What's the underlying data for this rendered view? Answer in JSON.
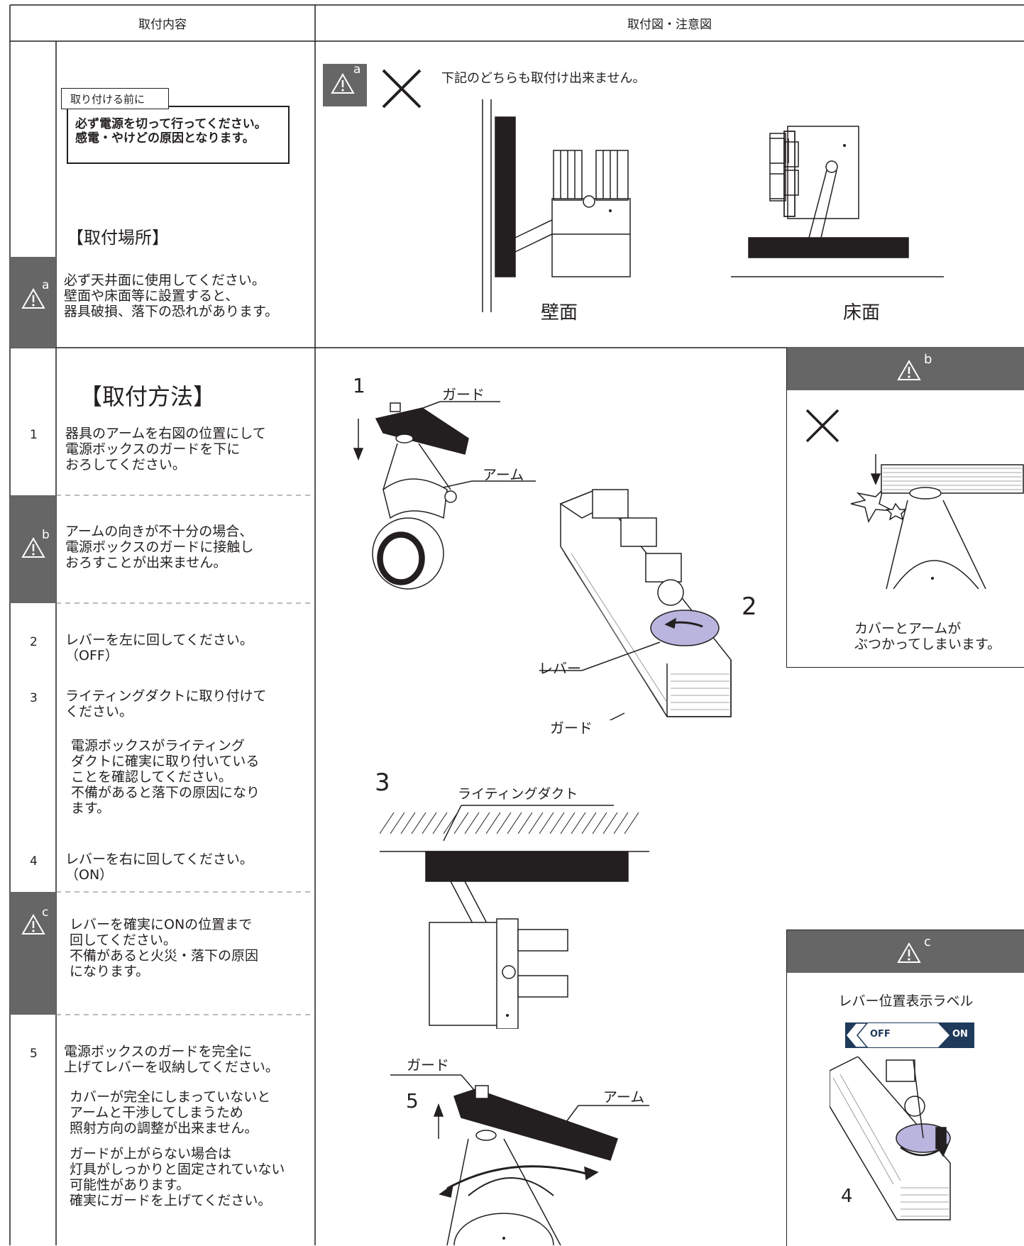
{
  "headers": {
    "left": "取付内容",
    "right": "取付図・注意図"
  },
  "warning_marks": {
    "a": "a",
    "b": "b",
    "c": "c"
  },
  "section1": {
    "pre_install_label": "取り付ける前に",
    "pre_install_text": "必ず電源を切って行ってください。\n感電・やけどの原因となります。",
    "location_heading": "【取付場所】",
    "location_warning": "必ず天井面に使用してください。\n壁面や床面等に設置すると、\n器具破損、落下の恐れがあります。",
    "figure_note": "下記のどちらも取付け出来ません。",
    "wall_label": "壁面",
    "floor_label": "床面"
  },
  "section2": {
    "method_heading": "【取付方法】",
    "steps": [
      {
        "num": "1",
        "text": "器具のアームを右図の位置にして\n電源ボックスのガードを下に\nおろしてください。"
      },
      {
        "num": "2",
        "text": "レバーを左に回してください。\n（OFF）"
      },
      {
        "num": "3",
        "text": "ライティングダクトに取り付けて\nください。"
      },
      {
        "num": "4",
        "text": "レバーを右に回してください。\n（ON）"
      },
      {
        "num": "5",
        "text": "電源ボックスのガードを完全に\n上げてレバーを収納してください。"
      }
    ],
    "warning_b_text": "アームの向きが不十分の場合、\n電源ボックスのガードに接触し\nおろすことが出来ません。",
    "step3_note": "電源ボックスがライティング\nダクトに確実に取り付いている\nことを確認してください。\n不備があると落下の原因になり\nます。",
    "warning_c_text": "レバーを確実にONの位置まで\n回してください。\n不備があると火災・落下の原因\nになります。",
    "step5_note1": "カバーが完全にしまっていないと\nアームと干渉してしまうため\n照射方向の調整が出来ません。",
    "step5_note2": "ガードが上がらない場合は\n灯具がしっかりと固定されていない\n可能性があります。\n確実にガードを上げてください。"
  },
  "figures": {
    "fig1_num": "1",
    "fig2_num": "2",
    "fig3_num": "3",
    "fig4_num": "4",
    "fig5_num": "5",
    "guard_label": "ガード",
    "arm_label": "アーム",
    "lever_label": "レバー",
    "duct_label": "ライティングダクト",
    "panel_b_caption": "カバーとアームが\nぶつかってしまいます。",
    "panel_c_title": "レバー位置表示ラベル",
    "off_label": "OFF",
    "on_label": "ON"
  }
}
